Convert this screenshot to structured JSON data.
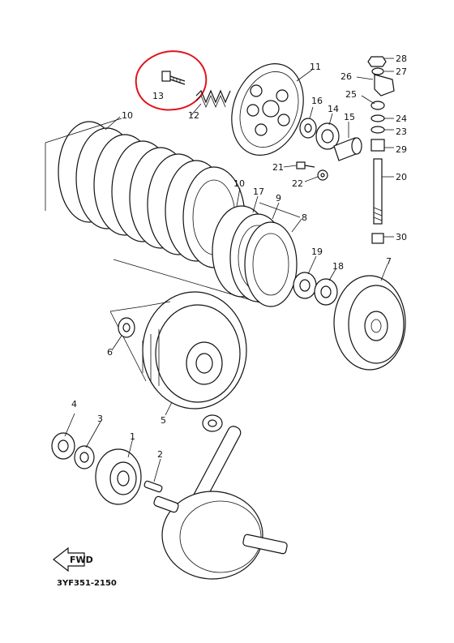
{
  "diagram": {
    "diagram_code": "3YF351-2150",
    "direction_arrow": "FWD",
    "highlight_color": "#e0141e",
    "labels": {
      "p1": "1",
      "p2": "2",
      "p3": "3",
      "p4": "4",
      "p5": "5",
      "p6": "6",
      "p7": "7",
      "p8": "8",
      "p9": "9",
      "p10a": "10",
      "p10b": "10",
      "p11": "11",
      "p12": "12",
      "p13": "13",
      "p14": "14",
      "p15": "15",
      "p16": "16",
      "p17": "17",
      "p18": "18",
      "p19": "19",
      "p20": "20",
      "p21": "21",
      "p22": "22",
      "p23": "23",
      "p24": "24",
      "p25": "25",
      "p26": "26",
      "p27": "27",
      "p28": "28",
      "p29": "29",
      "p30": "30"
    }
  }
}
